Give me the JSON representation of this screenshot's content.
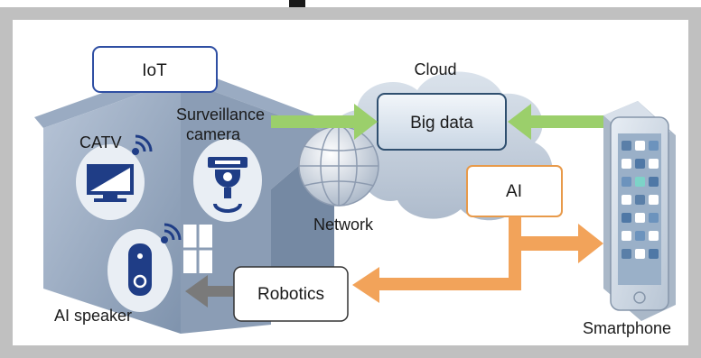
{
  "labels": {
    "iot": "IoT",
    "cloud": "Cloud",
    "big_data": "Big data",
    "surveillance_line1": "Surveillance",
    "surveillance_line2": "camera",
    "catv": "CATV",
    "network": "Network",
    "ai": "AI",
    "robotics": "Robotics",
    "ai_speaker": "AI speaker",
    "smartphone": "Smartphone"
  },
  "colors": {
    "frame_gray": "#bdbdbd",
    "house_blue": "#7f93ad",
    "iot_box_border": "#2f4fa3",
    "ai_box_border": "#e89a4a",
    "green_arrow": "#9bcf6b",
    "orange_arrow": "#f2a35a",
    "gray_arrow": "#7a7a7a",
    "cloud": "#c9d3df"
  }
}
